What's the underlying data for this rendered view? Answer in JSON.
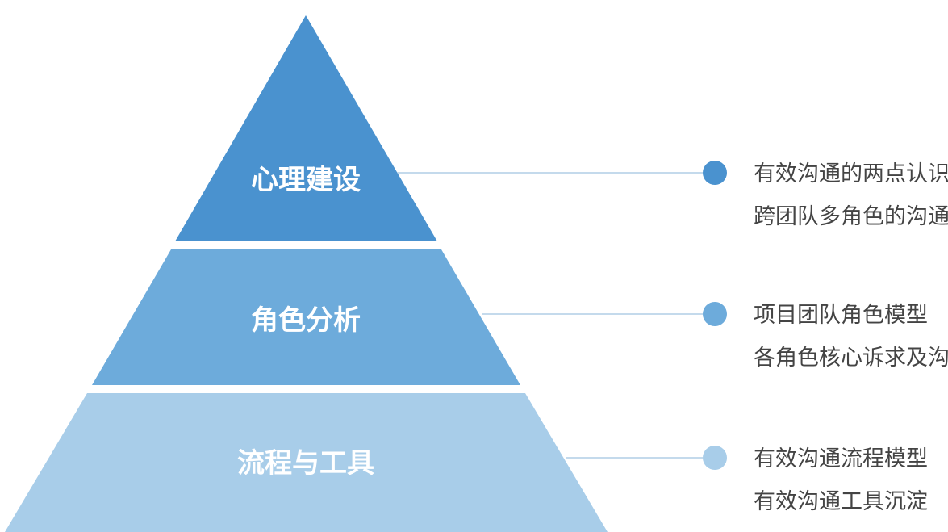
{
  "diagram": {
    "tiers": [
      {
        "label": "心理建设",
        "color": "#4a92cf",
        "dot_color": "#4a92cf",
        "descriptions": [
          "有效沟通的两点认识",
          "跨团队多角色的沟通"
        ]
      },
      {
        "label": "角色分析",
        "color": "#6dabdb",
        "dot_color": "#6dabdb",
        "descriptions": [
          "项目团队角色模型",
          "各角色核心诉求及沟通"
        ]
      },
      {
        "label": "流程与工具",
        "color": "#a8cde9",
        "dot_color": "#a8cde9",
        "descriptions": [
          "有效沟通流程模型",
          "有效沟通工具沉淀"
        ]
      }
    ],
    "connector_color": "#8ab4d8"
  }
}
